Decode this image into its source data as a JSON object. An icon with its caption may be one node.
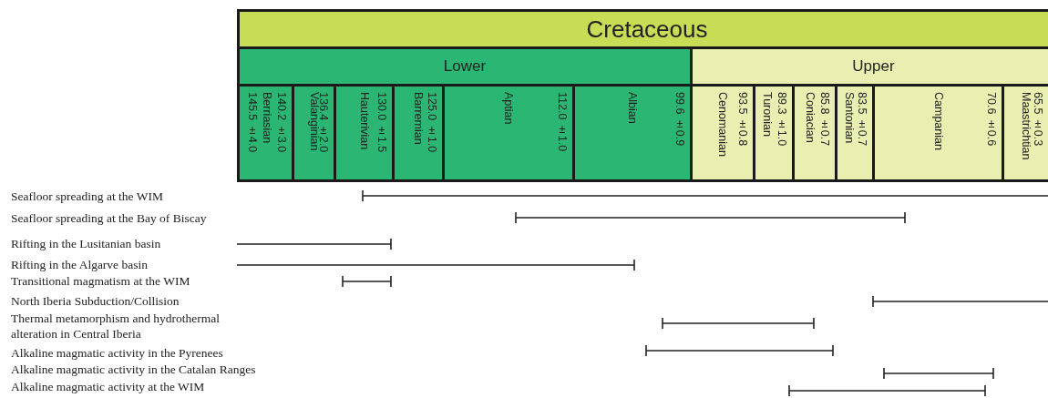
{
  "diagram": {
    "nodes": [
      {
        "text": [
          "Cretaceous"
        ]
      },
      {
        "text": [
          "Lower"
        ]
      },
      {
        "text": [
          "Upper"
        ]
      },
      {
        "text": [
          "140.2 ±3.0",
          "Berriasian",
          "145.5 ±4.0"
        ]
      },
      {
        "text": [
          "136.4 ±2.0",
          "Valanginian"
        ]
      },
      {
        "text": [
          "130.0 ±1.5",
          "Hauterivian"
        ]
      },
      {
        "text": [
          "125.0 ±1.0",
          "Barremian"
        ]
      },
      {
        "text": [
          "112.0 ±1.0",
          "Aptian"
        ]
      },
      {
        "text": [
          "99.6 ±0.9",
          "Albian"
        ]
      },
      {
        "text": [
          "93.5 ±0.8",
          "Cenomanian"
        ]
      },
      {
        "text": [
          "89.3 ±1.0",
          "Turonian"
        ]
      },
      {
        "text": [
          "85.8 ±0.7",
          "Coniacian"
        ]
      },
      {
        "text": [
          "83.5 ±0.7",
          "Santonian"
        ]
      },
      {
        "text": [
          "70.6 ±0.6",
          "Campanian"
        ]
      },
      {
        "text": [
          "65.5 ±0.3",
          "Maastrichtian"
        ]
      }
    ],
    "labels": [
      "Seafloor spreading at the WIM",
      "Seafloor spreading at the Bay of Biscay",
      "Rifting in the Lusitanian basin",
      "Rifting in the Algarve basin",
      "Transitional magmatism at the WIM",
      "North Iberia Subduction/Collision",
      "Thermal metamorphism and hydrothermal alteration in Central Iberia",
      "Alkaline magmatic activity in the Pyrenees",
      "Alkaline magmatic activity in the Catalan Ranges",
      "Alkaline magmatic activity at the WIM"
    ]
  }
}
